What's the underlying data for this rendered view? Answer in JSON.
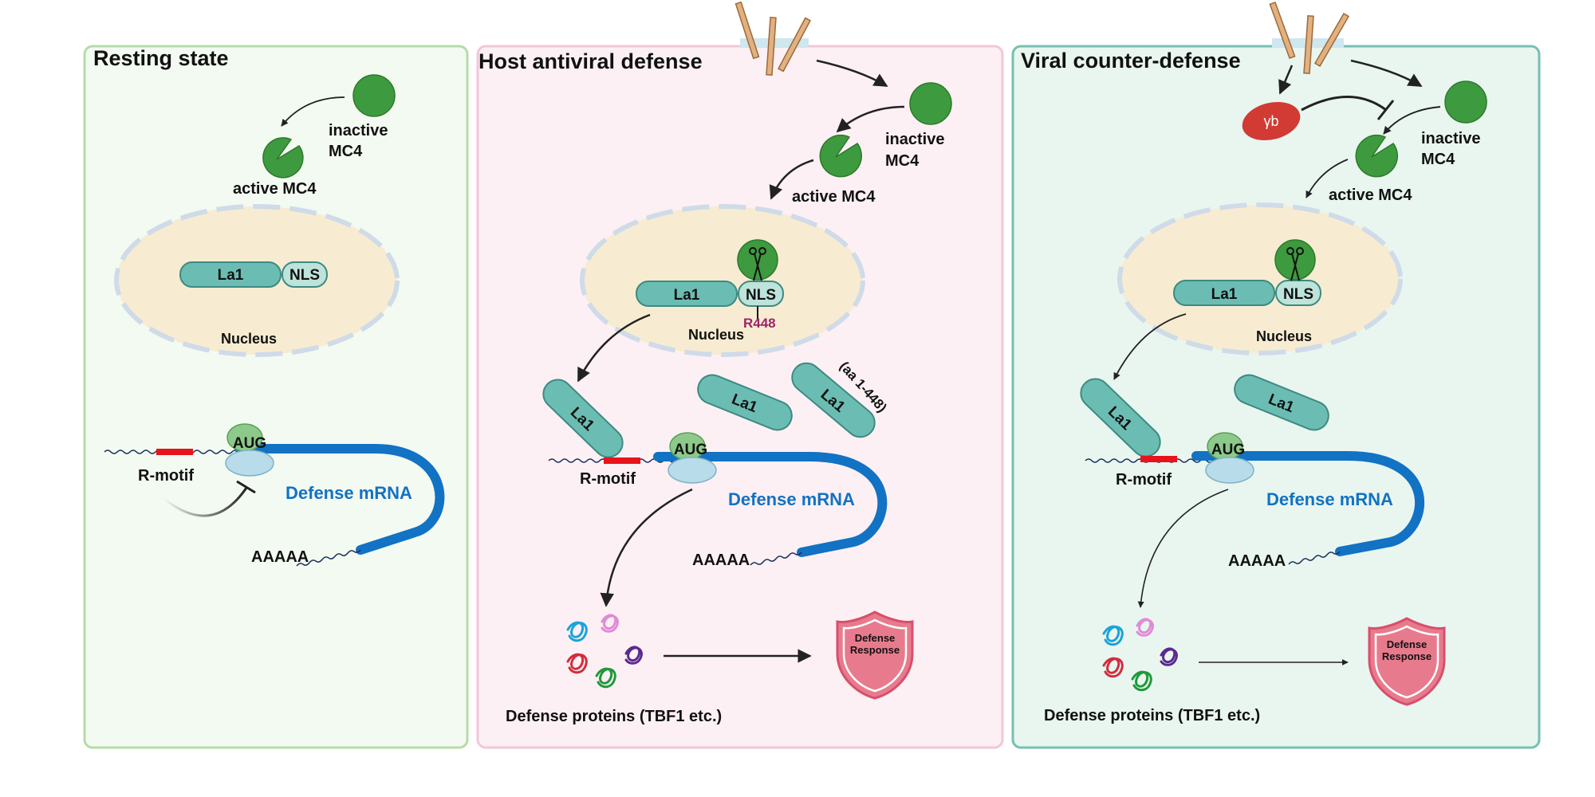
{
  "panels": [
    {
      "title": "Resting state",
      "inactive_line1": "inactive",
      "inactive_line2": "MC4",
      "active_label": "active MC4",
      "la1": "La1",
      "nls": "NLS",
      "nucleus": "Nucleus",
      "aug": "AUG",
      "r_motif": "R-motif",
      "mrna": "Defense mRNA",
      "polya": "AAAAA"
    },
    {
      "title": "Host antiviral defense",
      "inactive_line1": "inactive",
      "inactive_line2": "MC4",
      "active_label": "active MC4",
      "la1": "La1",
      "nls": "NLS",
      "r448": "R448",
      "nucleus": "Nucleus",
      "la1_frag1": "La1",
      "la1_frag2": "La1",
      "la1_frag3": "La1",
      "aa_range": "(aa 1-448)",
      "aug": "AUG",
      "r_motif": "R-motif",
      "mrna": "Defense mRNA",
      "polya": "AAAAA",
      "proteins": "Defense proteins (TBF1 etc.)",
      "shield_line1": "Defense",
      "shield_line2": "Response"
    },
    {
      "title": "Viral counter-defense",
      "yb": "γb",
      "inactive_line1": "inactive",
      "inactive_line2": "MC4",
      "active_label": "active MC4",
      "la1": "La1",
      "nls": "NLS",
      "nucleus": "Nucleus",
      "la1_frag1": "La1",
      "la1_frag2": "La1",
      "aug": "AUG",
      "r_motif": "R-motif",
      "mrna": "Defense mRNA",
      "polya": "AAAAA",
      "proteins": "Defense proteins (TBF1 etc.)",
      "shield_line1": "Defense",
      "shield_line2": "Response"
    }
  ],
  "colors": {
    "panel1_fill": "#f3faf1",
    "panel1_stroke": "#b4dca8",
    "panel2_fill": "#fcf0f4",
    "panel2_stroke": "#f2c7d8",
    "panel3_fill": "#e9f6f0",
    "panel3_stroke": "#76c0b0",
    "mc4": "#3e9a3e",
    "la1": "#6bbdb3",
    "nls": "#bde3da",
    "nucleus": "#f7ecd1",
    "mrna": "#1272c4",
    "r_motif": "#e8141b",
    "r448": "#9c2368",
    "yb": "#d23a34",
    "shield": "#e77b8d"
  }
}
